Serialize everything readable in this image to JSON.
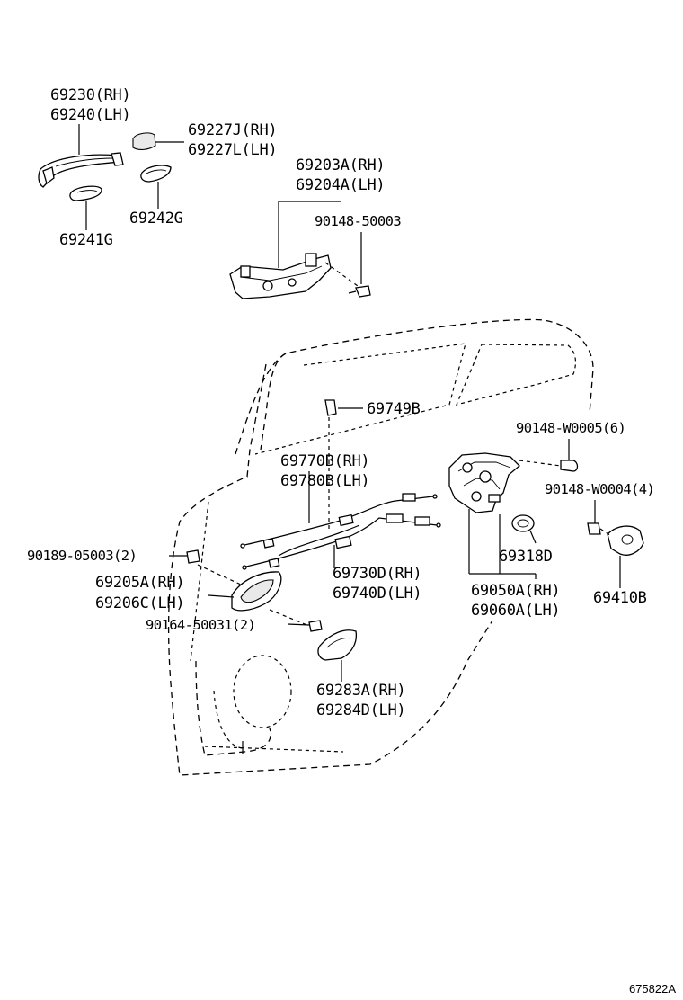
{
  "diagram": {
    "reference_code": "675822A",
    "callouts": {
      "outside_handle": [
        "69230(RH)",
        "69240(LH)"
      ],
      "handle_cap": [
        "69227J(RH)",
        "69227L(LH)"
      ],
      "pad_g": "69242G",
      "pad_f": "69241G",
      "frame": [
        "69203A(RH)",
        "69204A(LH)"
      ],
      "frame_bolt": "90148-50003",
      "lock_rod": "69749B",
      "cable_upper": [
        "69770B(RH)",
        "69780B(LH)"
      ],
      "screw_left": "90189-05003(2)",
      "inside_handle": [
        "69205A(RH)",
        "69206C(LH)"
      ],
      "screw_lower": "90164-50031(2)",
      "cable_lower": [
        "69730D(RH)",
        "69740D(LH)"
      ],
      "bezel": [
        "69283A(RH)",
        "69284D(LH)"
      ],
      "lock_screw": "90148-W0005(6)",
      "grommet": "69318D",
      "striker_screw": "90148-W0004(4)",
      "lock_assy": [
        "69050A(RH)",
        "69060A(LH)"
      ],
      "striker": "69410B"
    }
  }
}
